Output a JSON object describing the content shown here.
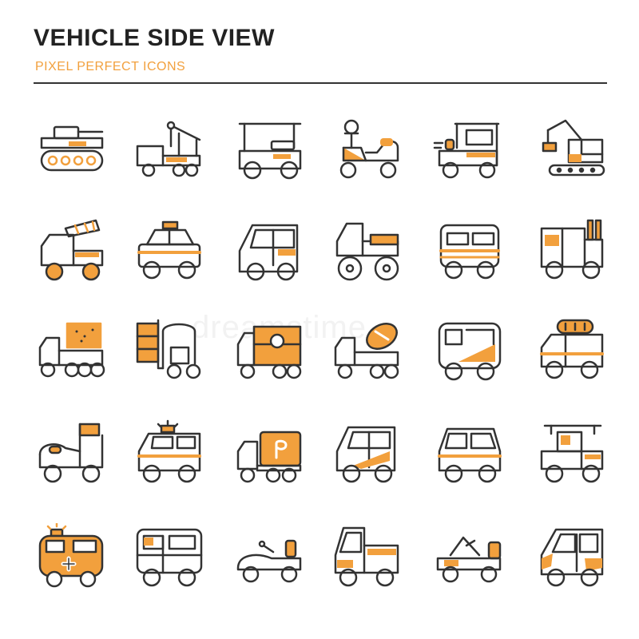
{
  "header": {
    "title": "VEHICLE SIDE VIEW",
    "subtitle": "PIXEL PERFECT ICONS"
  },
  "colors": {
    "stroke": "#333333",
    "accent": "#F2A03D",
    "background": "#FFFFFF"
  },
  "icons": [
    "tank-icon",
    "tow-truck-icon",
    "golf-cart-icon",
    "scooter-icon",
    "tuk-tuk-icon",
    "crawler-crane-icon",
    "fire-truck-icon",
    "taxi-icon",
    "microcar-icon",
    "monster-truck-icon",
    "jeep-icon",
    "utility-truck-icon",
    "dump-truck-icon",
    "forklift-icon",
    "delivery-truck-icon",
    "cement-mixer-icon",
    "minibus-icon",
    "camper-van-icon",
    "street-sweeper-icon",
    "police-van-icon",
    "gas-tanker-truck-icon",
    "hatchback-icon",
    "minivan-icon",
    "pickup-with-rack-icon",
    "ambulance-icon",
    "bus-icon",
    "go-kart-icon",
    "flatbed-truck-icon",
    "buggy-icon",
    "city-car-icon"
  ],
  "watermark": "dreamstime"
}
